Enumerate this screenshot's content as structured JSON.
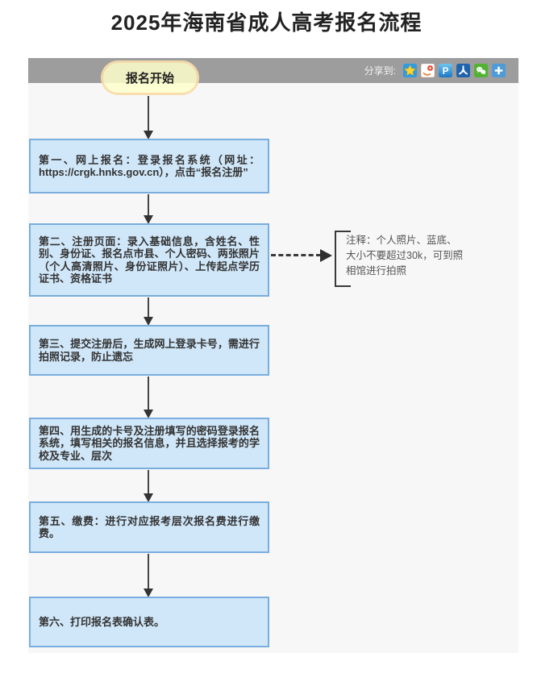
{
  "title": "2025年海南省成人高考报名流程",
  "share": {
    "label": "分享到:",
    "icons": [
      {
        "name": "qzone"
      },
      {
        "name": "sina-weibo"
      },
      {
        "name": "tencent-pengyou"
      },
      {
        "name": "renren"
      },
      {
        "name": "wechat"
      },
      {
        "name": "share-more"
      }
    ]
  },
  "flow": {
    "start": "报名开始",
    "steps": [
      "第一、网上报名：登录报名系统（网址：https://crgk.hnks.gov.cn），点击“报名注册”",
      "第二、注册页面：录入基础信息，含姓名、性别、身份证、报名点市县、个人密码、两张照片（个人高清照片、身份证照片）、上传起点学历证书、资格证书",
      "第三、提交注册后，生成网上登录卡号，需进行拍照记录，防止遗忘",
      "第四、用生成的卡号及注册填写的密码登录报名系统，填写相关的报名信息，并且选择报考的学校及专业、层次",
      "第五、缴费：进行对应报考层次报名费进行缴费。",
      "第六、打印报名表确认表。"
    ],
    "note_lines": {
      "0": "注释：个人照片、蓝底、",
      "1": "大小不要超过30k，可到照",
      "2": "相馆进行拍照"
    }
  },
  "colors": {
    "box_fill": "#d0e7f9",
    "box_border": "#79aede",
    "header_bar": "#9d9d9d",
    "start_fill": "#ffffd2",
    "start_border": "#f4c896",
    "arrow": "#333333",
    "note_text": "#555555"
  }
}
